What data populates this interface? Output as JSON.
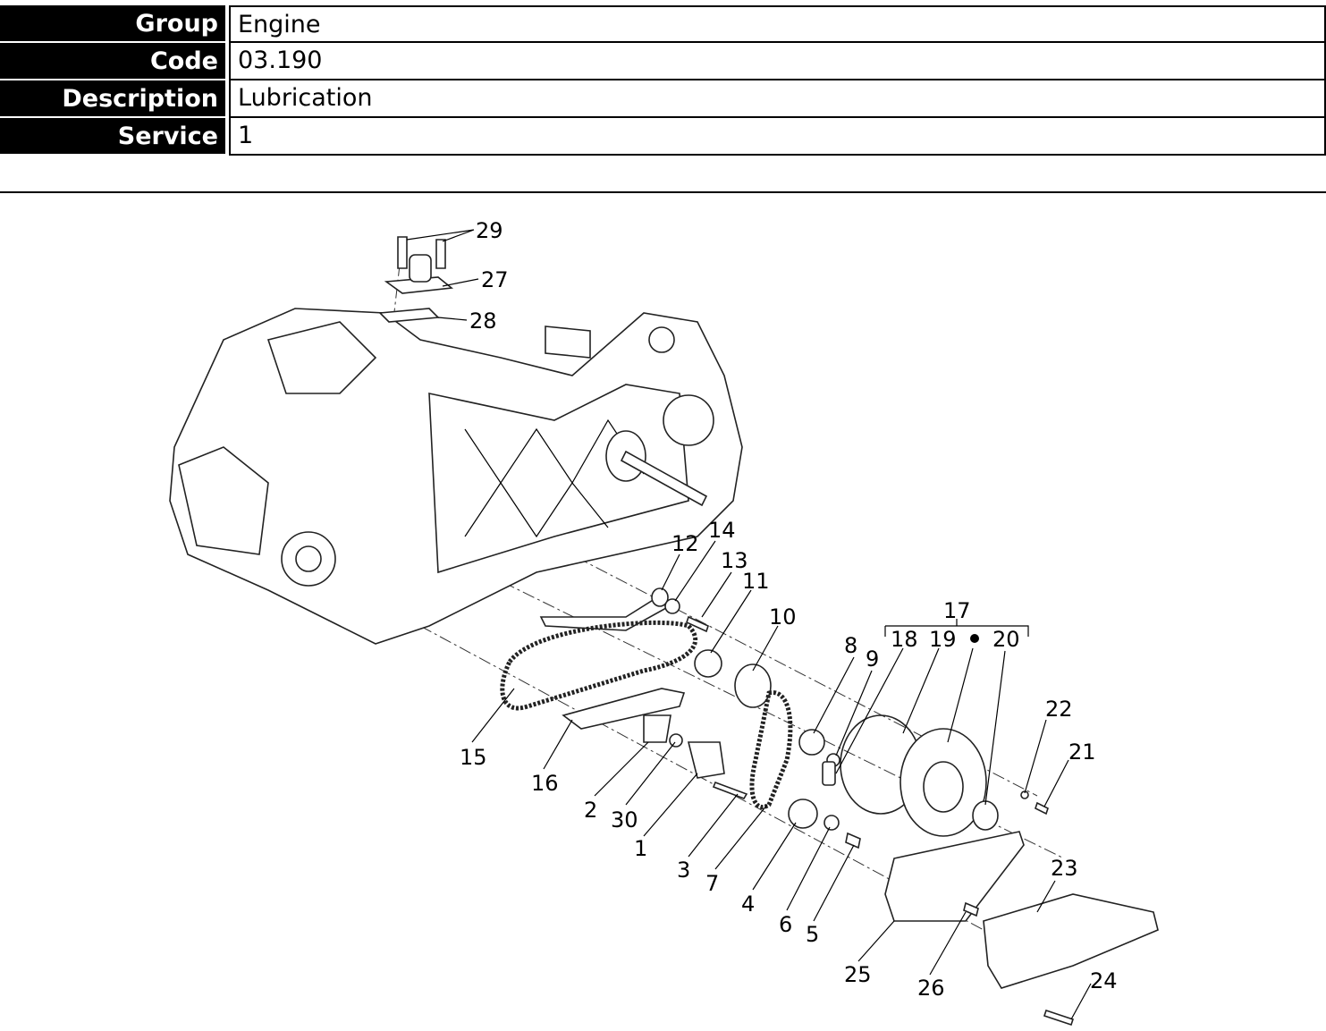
{
  "header": {
    "rows": [
      {
        "label": "Group",
        "value": "Engine"
      },
      {
        "label": "Code",
        "value": "03.190"
      },
      {
        "label": "Description",
        "value": "Lubrication"
      },
      {
        "label": "Service",
        "value": "1"
      }
    ]
  },
  "diagram": {
    "callouts": [
      "29",
      "27",
      "28",
      "12",
      "14",
      "13",
      "11",
      "10",
      "8",
      "9",
      "17",
      "18",
      "19",
      "20",
      "22",
      "21",
      "15",
      "16",
      "2",
      "30",
      "1",
      "3",
      "7",
      "4",
      "6",
      "5",
      "23",
      "25",
      "26",
      "24"
    ]
  }
}
